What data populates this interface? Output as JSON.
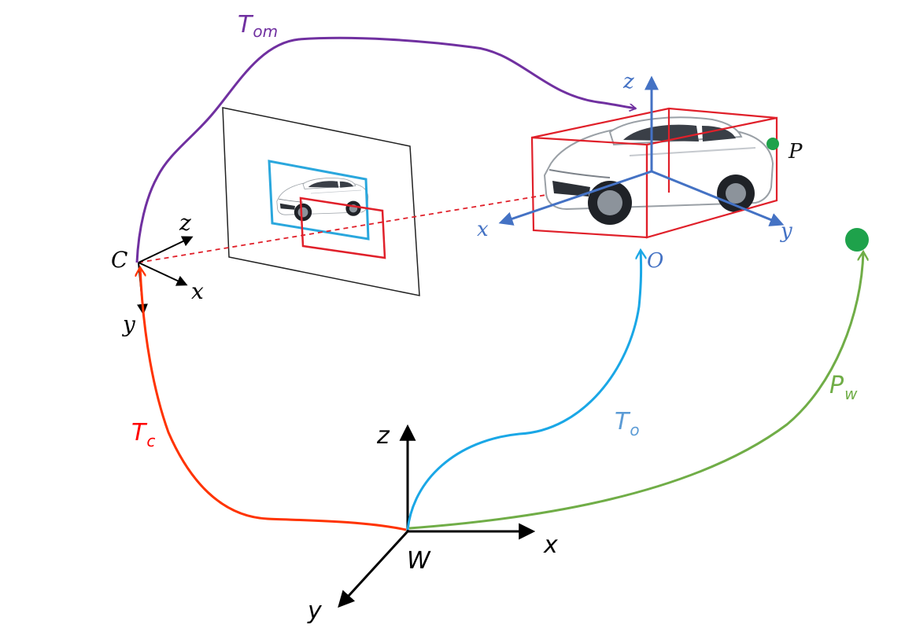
{
  "colors": {
    "purple": "#7030a0",
    "red": "#ff3300",
    "cyan": "#1aa7e6",
    "green": "#70ad47",
    "blue": "#4472c4",
    "black": "#000000",
    "bbox_red": "#e0202a",
    "bbox_blue": "#2aa7dd",
    "point_green": "#1ea24b"
  },
  "labels": {
    "T_om": {
      "main": "T",
      "sub": "om"
    },
    "T_c": {
      "main": "T",
      "sub": "c"
    },
    "T_o": {
      "main": "T",
      "sub": "o"
    },
    "P_w": {
      "main": "P",
      "sub": "w"
    }
  },
  "camera_frame": {
    "origin": "C",
    "x": "x",
    "y": "y",
    "z": "z"
  },
  "object_frame": {
    "origin": "O",
    "x": "x",
    "y": "y",
    "z": "z",
    "point": "P"
  },
  "world_frame": {
    "origin": "W",
    "x": "x",
    "y": "y",
    "z": "z"
  },
  "car_icon": "car-image"
}
